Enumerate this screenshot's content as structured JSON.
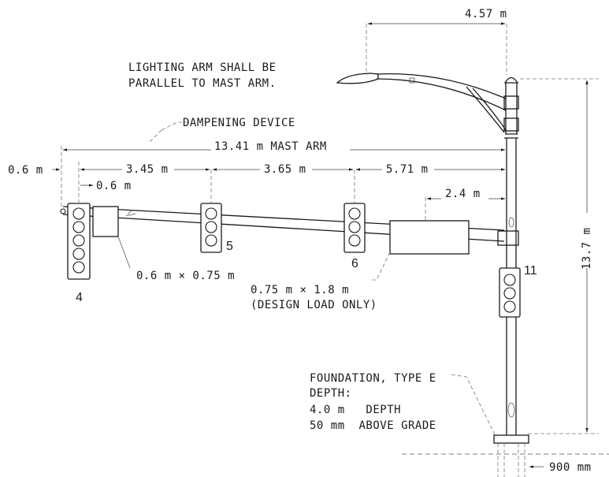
{
  "notes": {
    "lighting_line1": "LIGHTING ARM SHALL BE",
    "lighting_line2": "PARALLEL TO MAST ARM.",
    "dampening": "DAMPENING DEVICE",
    "mast_arm": "13.41 m MAST ARM",
    "sign_small": "0.6 m × 0.75 m",
    "sign_large_line1": "0.75 m × 1.8 m",
    "sign_large_line2": "(DESIGN LOAD ONLY)",
    "foundation_line1": "FOUNDATION, TYPE E",
    "foundation_line2": "DEPTH:",
    "foundation_line3": "4.0 m   DEPTH",
    "foundation_line4": "50 mm  ABOVE GRADE"
  },
  "dimensions": {
    "lighting_arm": "4.57 m",
    "tip_offset": "0.6 m",
    "spacing_4_5": "3.45 m",
    "spacing_5_6": "3.65 m",
    "spacing_6_pole": "5.71 m",
    "small_offset": "0.6 m",
    "sign_offset": "2.4 m",
    "pole_height": "13.7 m",
    "foundation_width": "900 mm"
  },
  "signal_labels": {
    "s4": "4",
    "s5": "5",
    "s6": "6",
    "s11": "11"
  }
}
